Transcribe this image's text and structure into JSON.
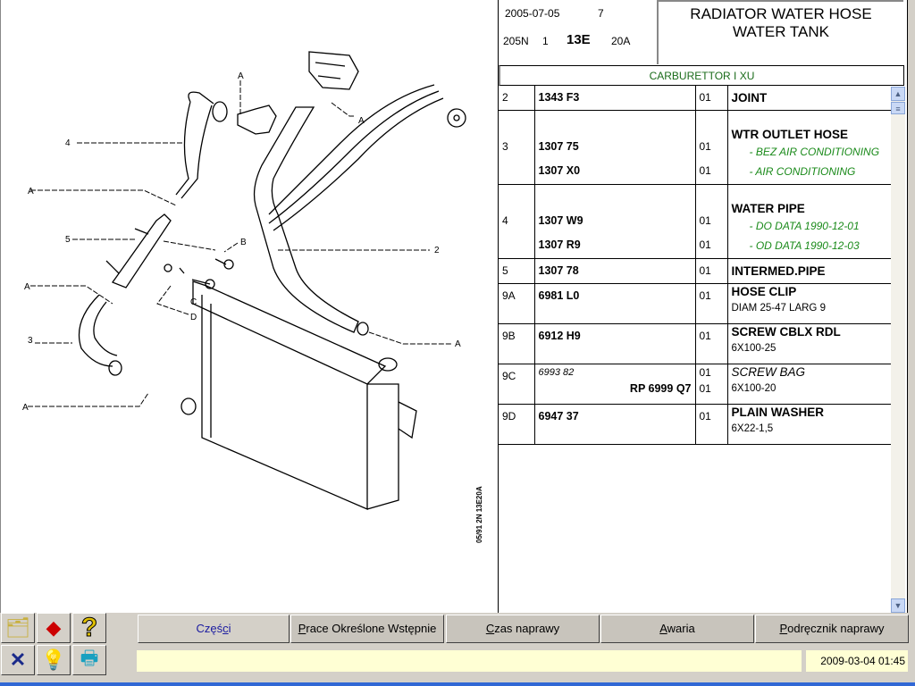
{
  "header": {
    "date": "2005-07-05",
    "page": "7",
    "model": "205N",
    "code1": "1",
    "group": "13E",
    "sub": "20A",
    "title_line1": "RADIATOR WATER HOSE",
    "title_line2": "WATER TANK",
    "variant": "CARBURETTOR I XU"
  },
  "parts": [
    {
      "ref": "2",
      "lines": [
        {
          "pn": "1343 F3",
          "qty": "01"
        }
      ],
      "desc": "JOINT"
    },
    {
      "ref": "3",
      "lines": [
        {
          "pn": "1307 75",
          "qty": "01"
        },
        {
          "pn": "1307 X0",
          "qty": "01"
        }
      ],
      "desc": "WTR OUTLET HOSE",
      "notes": [
        "- BEZ AIR CONDITIONING",
        "- AIR CONDITIONING"
      ]
    },
    {
      "ref": "4",
      "lines": [
        {
          "pn": "1307 W9",
          "qty": "01"
        },
        {
          "pn": "1307 R9",
          "qty": "01"
        }
      ],
      "desc": "WATER PIPE",
      "notes": [
        "- DO DATA 1990-12-01",
        "- OD DATA 1990-12-03"
      ]
    },
    {
      "ref": "5",
      "lines": [
        {
          "pn": "1307 78",
          "qty": "01"
        }
      ],
      "desc": "INTERMED.PIPE"
    },
    {
      "ref": "9A",
      "lines": [
        {
          "pn": "6981 L0",
          "qty": "01"
        }
      ],
      "desc": "HOSE CLIP",
      "sub": "DIAM 25-47 LARG 9"
    },
    {
      "ref": "9B",
      "lines": [
        {
          "pn": "6912 H9",
          "qty": "01"
        }
      ],
      "desc": "SCREW CBLX RDL",
      "sub": "6X100-25"
    },
    {
      "ref": "9C",
      "lines": [
        {
          "pn": "6993 82",
          "qty": "01"
        },
        {
          "pn": "RP 6999 Q7",
          "qty": "01"
        }
      ],
      "desc": "SCREW BAG",
      "sub": "6X100-20"
    },
    {
      "ref": "9D",
      "lines": [
        {
          "pn": "6947 37",
          "qty": "01"
        }
      ],
      "desc": "PLAIN WASHER",
      "sub": "6X22-1,5"
    }
  ],
  "diagram": {
    "labels": {
      "l4": "4",
      "l5": "5",
      "l3": "3",
      "l2": "2",
      "lB": "B",
      "lC": "C",
      "lD": "D",
      "lA": "A"
    },
    "stamp": "05/91  2N  13E20A"
  },
  "tabs": [
    {
      "pre": "Częś",
      "u": "c",
      "post": "i"
    },
    {
      "pre": "",
      "u": "P",
      "post": "race Określone Wstępnie"
    },
    {
      "pre": "",
      "u": "C",
      "post": "zas naprawy"
    },
    {
      "pre": "",
      "u": "A",
      "post": "waria"
    },
    {
      "pre": "",
      "u": "P",
      "post": "odręcznik naprawy"
    }
  ],
  "status": {
    "message": "",
    "clock": "2009-03-04  01:45"
  },
  "icons": [
    "catalog-icon",
    "book-icon",
    "help-icon",
    "vehicle-id-icon",
    "lightbulb-icon",
    "printer-icon"
  ]
}
